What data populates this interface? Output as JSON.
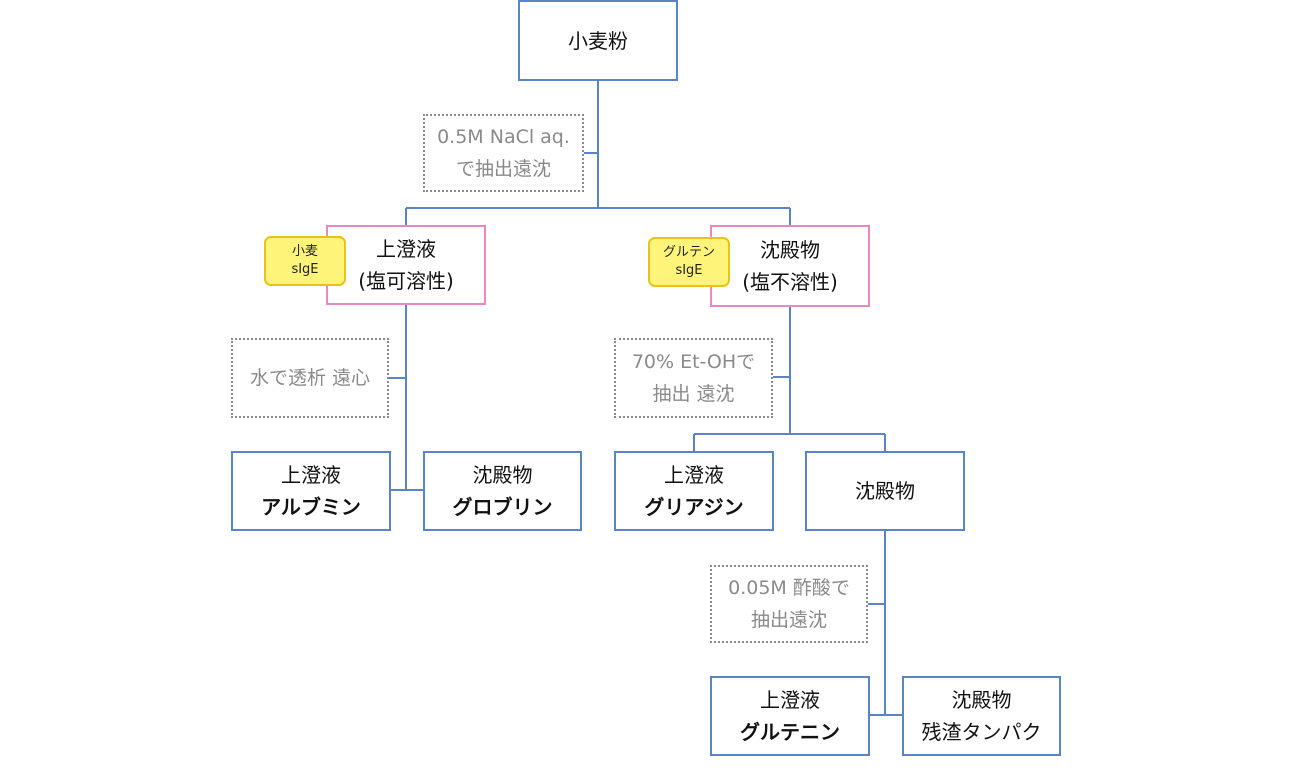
{
  "nodes": {
    "flour": "小麦粉",
    "step1": {
      "line1": "0.5M NaCl aq.",
      "line2": "で抽出遠沈"
    },
    "soluble": {
      "line1": "上澄液",
      "line2": "(塩可溶性)"
    },
    "soluble_tag": {
      "line1": "小麦",
      "line2": "sIgE"
    },
    "insoluble": {
      "line1": "沈殿物",
      "line2": "(塩不溶性)"
    },
    "insoluble_tag": {
      "line1": "グルテン",
      "line2": "sIgE"
    },
    "step2": "水で透析 遠心",
    "albumin": {
      "line1": "上澄液",
      "line2": "アルブミン"
    },
    "globulin": {
      "line1": "沈殿物",
      "line2": "グロブリン"
    },
    "step3": {
      "line1": "70% Et-OHで",
      "line2": "抽出 遠沈"
    },
    "gliadin": {
      "line1": "上澄液",
      "line2": "グリアジン"
    },
    "precip": "沈殿物",
    "step4": {
      "line1": "0.05M 酢酸で",
      "line2": "抽出遠沈"
    },
    "glutenin": {
      "line1": "上澄液",
      "line2": "グルテニン"
    },
    "residue": {
      "line1": "沈殿物",
      "line2": "残渣タンパク"
    }
  },
  "colors": {
    "connector": "#5b84c4",
    "fraction_border": "#5b84c4",
    "salt_fraction_border": "#e78ac3",
    "procedure_text": "#8a8a8a",
    "tag_fill": "#fff47a",
    "tag_border": "#e9c316"
  }
}
